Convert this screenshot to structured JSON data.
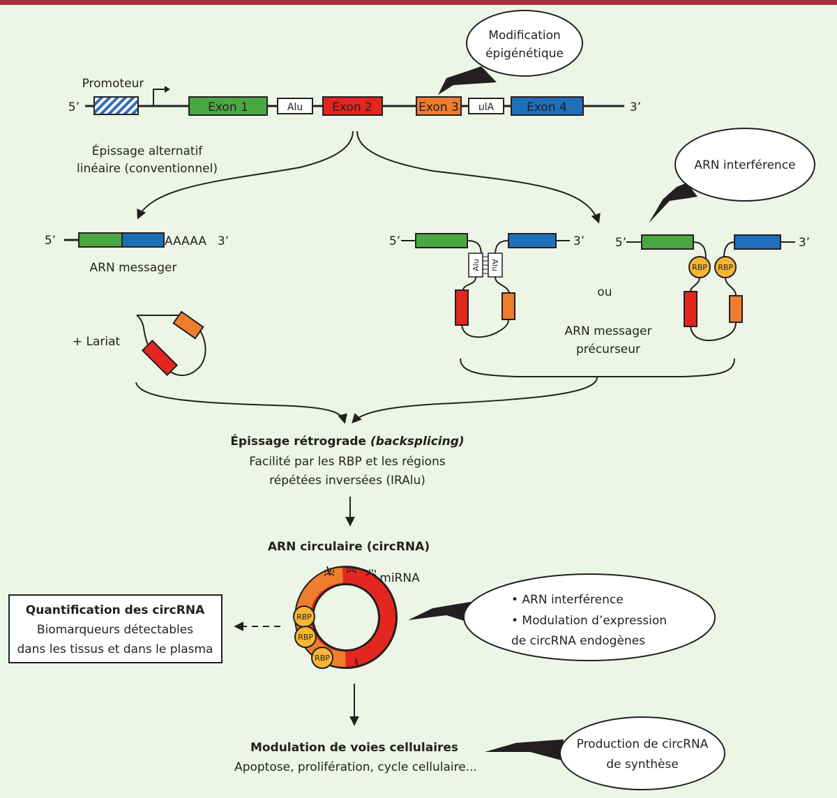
{
  "colors": {
    "background": "#edf5e6",
    "top_band": "#a5333d",
    "exon1": "#4aa843",
    "exon2": "#e3261f",
    "exon3": "#ee7d2d",
    "exon4": "#1e6fb9",
    "rbp": "#f7b634",
    "promoter_hatch": "#2d6db5"
  },
  "gene": {
    "five_prime": "5’",
    "three_prime": "3’",
    "promoter": "Promoteur",
    "exon1": "Exon 1",
    "exon2": "Exon 2",
    "exon3": "Exon 3",
    "exon4": "Exon 4",
    "alu": "Alu",
    "alu_inverted": "Alu"
  },
  "callouts": {
    "epigenetic_line1": "Modification",
    "epigenetic_line2": "épigénétique",
    "rnai_top": "ARN interférence",
    "rnai_bullet1": "• ARN interférence",
    "rnai_bullet2": "• Modulation d’expression",
    "rnai_bullet3": "de circRNA endogènes",
    "synth_line1": "Production de circRNA",
    "synth_line2": "de synthèse"
  },
  "linear_splicing": {
    "line1": "Épissage alternatif",
    "line2": "linéaire (conventionnel)"
  },
  "mrna": {
    "five_prime": "5’",
    "polyA": "AAAAA",
    "three_prime": "3’",
    "label": "ARN messager"
  },
  "lariat": {
    "label": "+ Lariat"
  },
  "precursor": {
    "five_prime": "5’",
    "three_prime": "3’",
    "alu_a": "Alu",
    "alu_b": "Alu",
    "rbp": "RBP",
    "or": "ou",
    "label_line1": "ARN messager",
    "label_line2": "précurseur"
  },
  "backsplicing": {
    "title_main": "Épissage rétrograde ",
    "title_italic": "(backsplicing)",
    "line1": "Facilité par les RBP et les régions",
    "line2": "répétées inversées (IRAlu)"
  },
  "circrna": {
    "title": "ARN circulaire (circRNA)",
    "mirna": "miRNA",
    "rbp": "RBP"
  },
  "quantification": {
    "title": "Quantification des circRNA",
    "line1": "Biomarqueurs détectables",
    "line2": "dans les tissus et dans le plasma"
  },
  "pathways": {
    "title": "Modulation de voies cellulaires",
    "line1": "Apoptose, prolifération, cycle cellulaire..."
  }
}
